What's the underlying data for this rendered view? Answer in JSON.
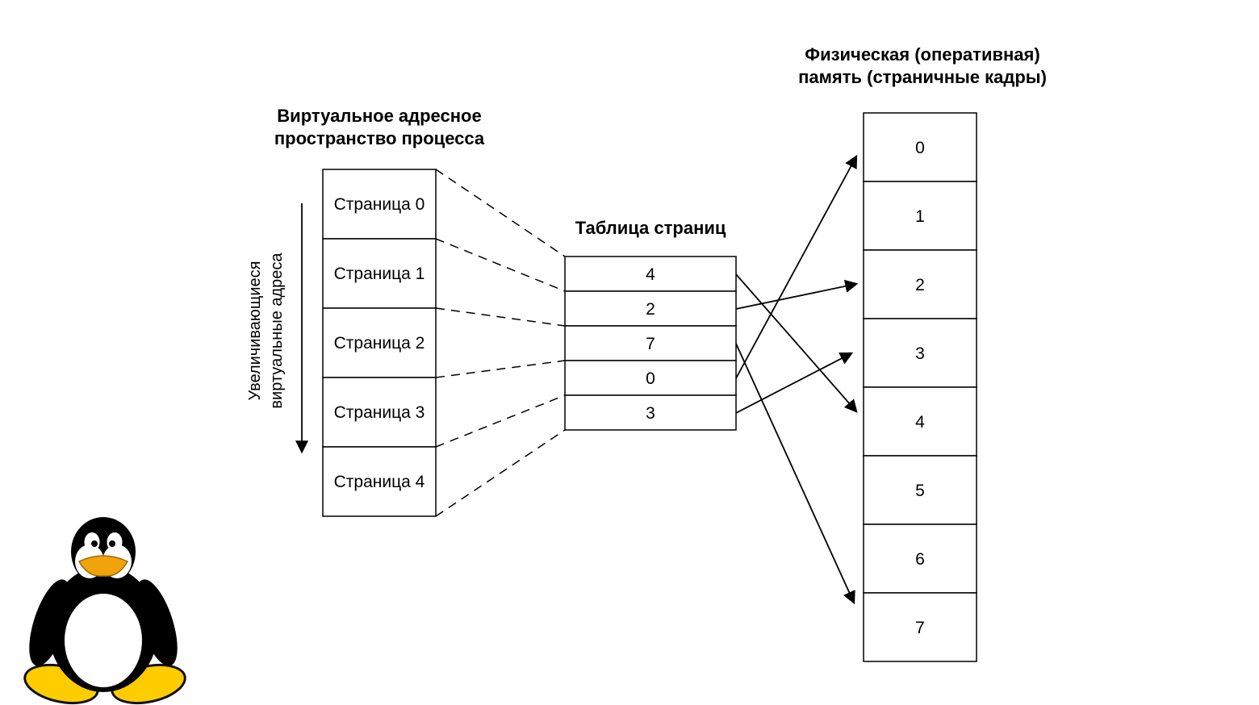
{
  "titles": {
    "physical_memory": [
      "Физическая (оперативная)",
      "память (страничные кадры)"
    ],
    "virtual_space": [
      "Виртуальное адресное",
      "пространство процесса"
    ],
    "page_table": "Таблица страниц",
    "axis_label": [
      "Увеличивающиеся",
      "виртуальные адреса"
    ]
  },
  "virtual_pages": [
    "Страница 0",
    "Страница 1",
    "Страница 2",
    "Страница 3",
    "Страница 4"
  ],
  "page_table_entries": [
    "4",
    "2",
    "7",
    "0",
    "3"
  ],
  "physical_frames": [
    "0",
    "1",
    "2",
    "3",
    "4",
    "5",
    "6",
    "7"
  ],
  "mappings": [
    {
      "page_table_row": 0,
      "value": "4",
      "frame": "4"
    },
    {
      "page_table_row": 1,
      "value": "2",
      "frame": "2"
    },
    {
      "page_table_row": 2,
      "value": "7",
      "frame": "7"
    },
    {
      "page_table_row": 3,
      "value": "0",
      "frame": "0"
    },
    {
      "page_table_row": 4,
      "value": "3",
      "frame": "3"
    }
  ],
  "mascot": "tux-linux-penguin",
  "colors": {
    "ink": "#000000",
    "background": "#ffffff",
    "tux_beak": "#F0A30A",
    "tux_feet": "#FFCC00"
  }
}
